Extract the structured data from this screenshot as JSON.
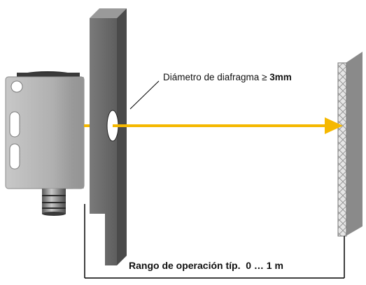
{
  "aperture_label": {
    "prefix": "Diámetro de diafragma ≥ ",
    "value": "3mm"
  },
  "range_label": "Rango de operación típ.  0 … 1 m",
  "colors": {
    "beam": "#f5b800",
    "plate_face": "#707070",
    "plate_edge": "#4a4a4a",
    "sensor_body": "#b4b4b4",
    "sensor_dark": "#2a2a2a",
    "reflector": "#d8d8d8"
  }
}
